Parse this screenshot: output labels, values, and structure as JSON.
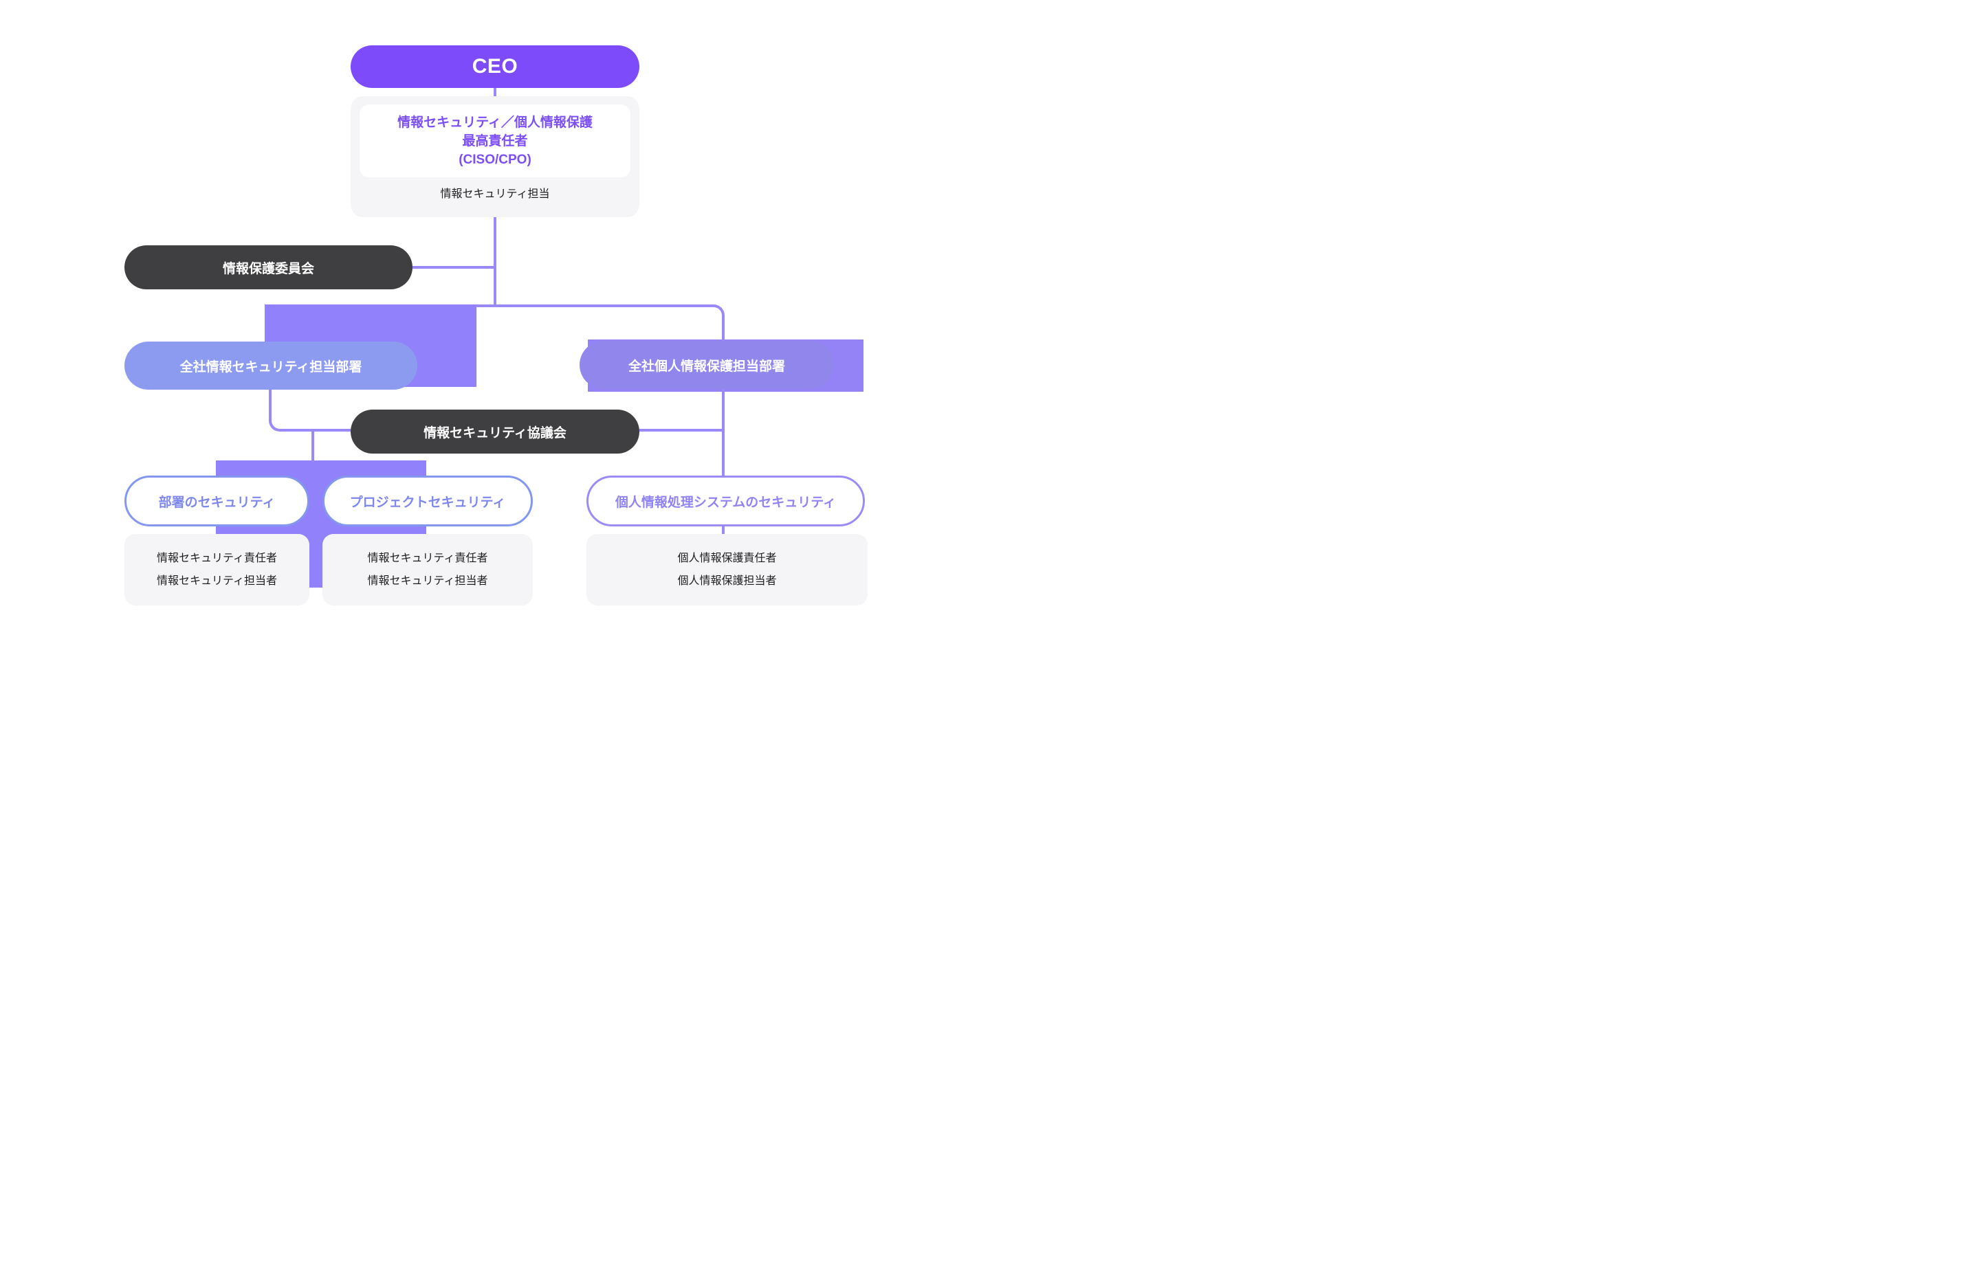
{
  "diagram": {
    "type": "org-chart",
    "nodes": {
      "ceo": {
        "label": "CEO"
      },
      "ciso": {
        "title_lines": [
          "情報セキュリティ／個人情報保護",
          "最高責任者",
          "(CISO/CPO)"
        ],
        "subtitle": "情報セキュリティ担当"
      },
      "committee": {
        "label": "情報保護委員会"
      },
      "infosec_dept": {
        "label": "全社情報セキュリティ担当部署"
      },
      "privacy_dept": {
        "label": "全社個人情報保護担当部署"
      },
      "council": {
        "label": "情報セキュリティ協議会"
      },
      "dept_security": {
        "label": "部署のセキュリティ"
      },
      "project_security": {
        "label": "プロジェクトセキュリティ"
      },
      "privacy_system_security": {
        "label": "個人情報処理システムのセキュリティ"
      },
      "dept_security_staff": {
        "lines": [
          "情報セキュリティ責任者",
          "情報セキュリティ担当者"
        ]
      },
      "project_security_staff": {
        "lines": [
          "情報セキュリティ責任者",
          "情報セキュリティ担当者"
        ]
      },
      "privacy_staff": {
        "lines": [
          "個人情報保護責任者",
          "個人情報保護担当者"
        ]
      }
    },
    "edges": [
      "CEO → CISO/CPO",
      "CISO/CPO → 情報保護委員会",
      "CISO/CPO → 全社情報セキュリティ担当部署",
      "CISO/CPO → 全社個人情報保護担当部署",
      "全社情報セキュリティ担当部署 → 情報セキュリティ協議会",
      "全社情報セキュリティ担当部署 → 部署のセキュリティ / プロジェクトセキュリティ",
      "情報セキュリティ協議会 → 全社個人情報保護担当部署ライン",
      "全社個人情報保護担当部署 → 個人情報処理システムのセキュリティ",
      "個人情報処理システムのセキュリティ → 個人情報保護責任者・担当者"
    ],
    "colors": {
      "ceo_purple": "#7D4BFA",
      "ciso_text_purple": "#7C4FF5",
      "dark_pill": "#3F3F41",
      "periwinkle_pill": "#8C9BF0",
      "purple_pill": "#9186EC",
      "thick_connector_purple": "#9181FA",
      "right_connector_purple": "#9383F6",
      "line_purple": "#9A89F8",
      "card_gray": "#F5F5F7",
      "text_black": "#1D1D1F",
      "outline_blue_border": "#8497EF",
      "outline_blue_text": "#7D87EC",
      "outline_purple_border": "#9C8BF4",
      "outline_purple_text": "#9083F2",
      "background": "#FFFFFF"
    }
  }
}
